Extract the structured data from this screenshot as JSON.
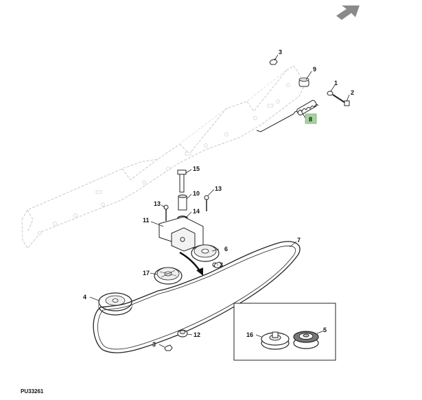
{
  "figure_id": "PU33261",
  "highlight_color": "#a6d1a1",
  "nav_arrow_color": "#8a8a8a",
  "callouts": {
    "c1": "1",
    "c2": "2",
    "c3_top": "3",
    "c3_bottom": "3",
    "c3_mid": "3",
    "c4": "4",
    "c5": "5",
    "c6": "6",
    "c7": "7",
    "c8": "8",
    "c9": "9",
    "c10": "10",
    "c11": "11",
    "c12": "12",
    "c13_left": "13",
    "c13_right": "13",
    "c14": "14",
    "c15": "15",
    "c16": "16",
    "c17": "17"
  }
}
